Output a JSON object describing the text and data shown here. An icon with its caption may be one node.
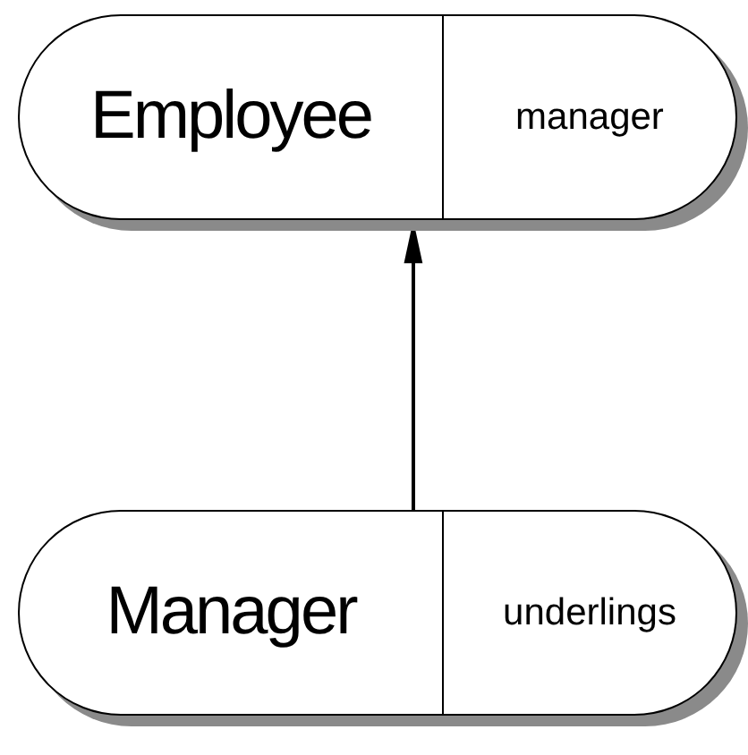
{
  "diagram": {
    "nodes": [
      {
        "text": [
          "Employee",
          "manager"
        ]
      },
      {
        "text": [
          "Manager",
          "underlings"
        ]
      }
    ],
    "edges": [
      {
        "from": 1,
        "to": 0,
        "arrow": "to"
      }
    ]
  }
}
